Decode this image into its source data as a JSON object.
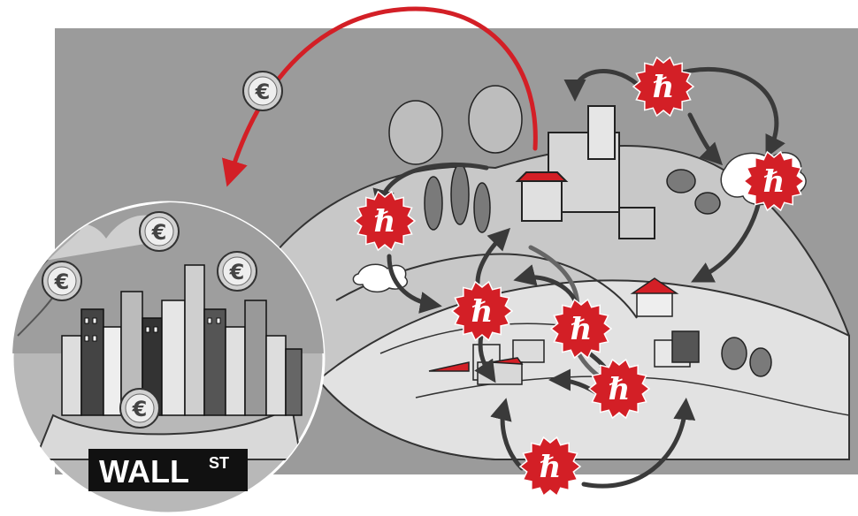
{
  "colors": {
    "background": "#ffffff",
    "panel": "#9b9b9b",
    "accent_red": "#d31f26",
    "arrow_dark": "#3a3a3a",
    "coin": "#d0d0d0"
  },
  "wall_sign": {
    "main": "WALL",
    "suffix": "ST"
  },
  "icons": {
    "currency_badge_glyph": "ℏ",
    "coin_glyph": "€"
  }
}
